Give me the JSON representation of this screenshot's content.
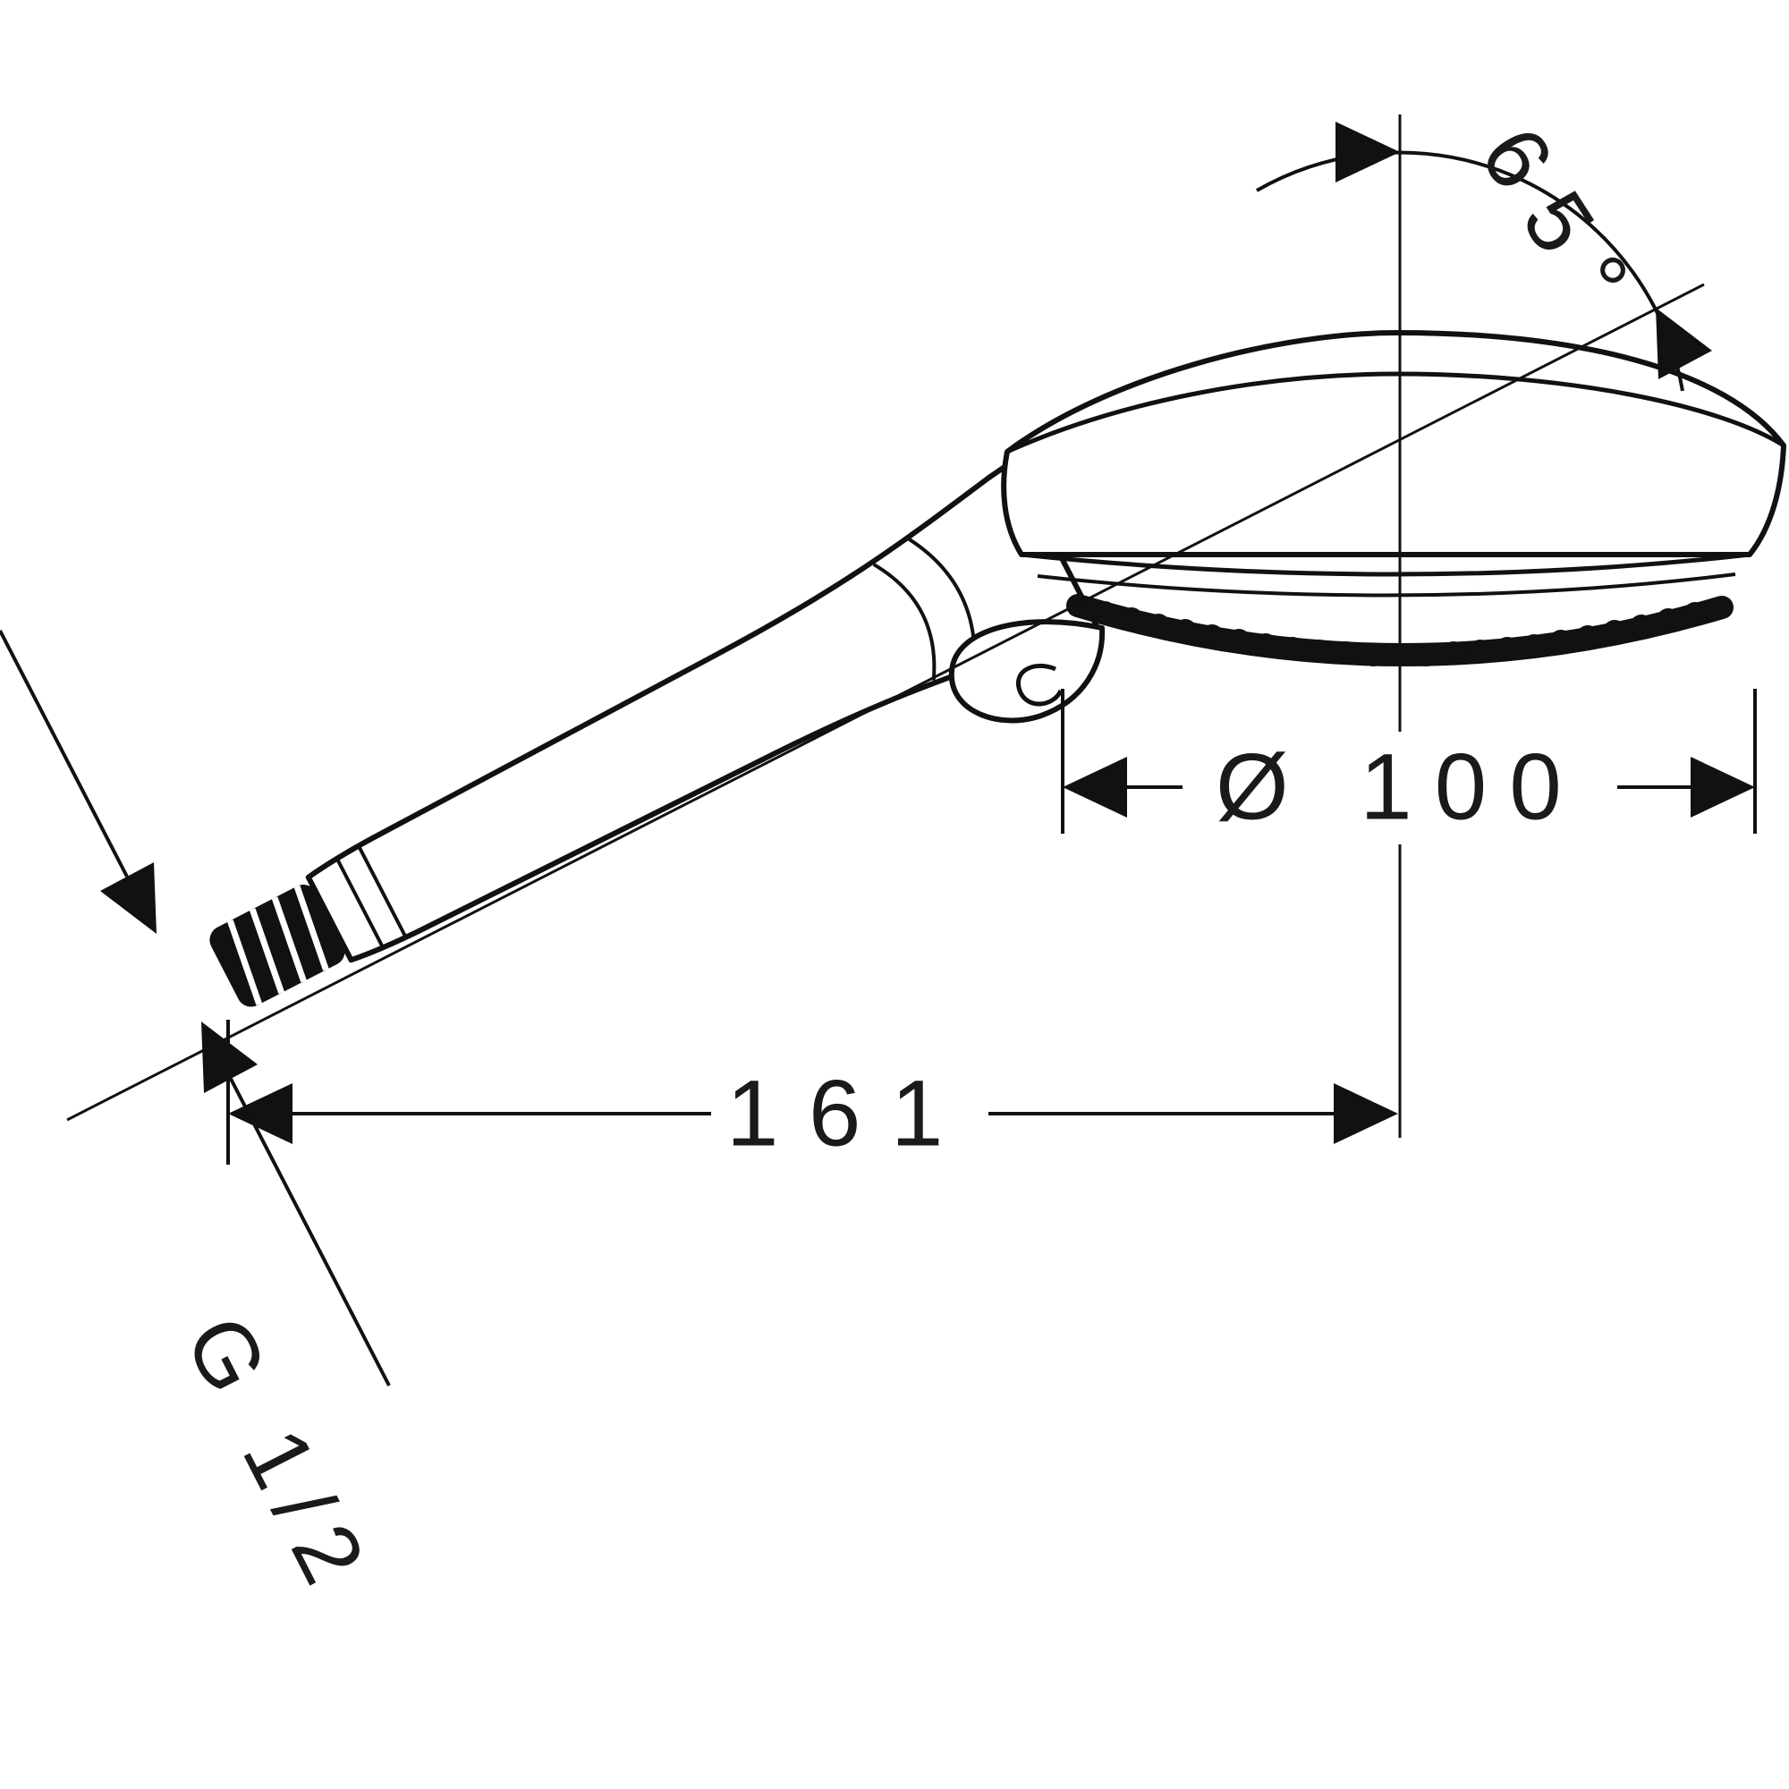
{
  "drawing": {
    "subject": "hand-shower-technical-drawing",
    "colors": {
      "line": "#111111",
      "background": "#ffffff",
      "spray_face": "#111111"
    },
    "labels": {
      "angle": "65°",
      "diameter": "Ø 100",
      "length": "161",
      "thread": "G 1/2"
    }
  }
}
